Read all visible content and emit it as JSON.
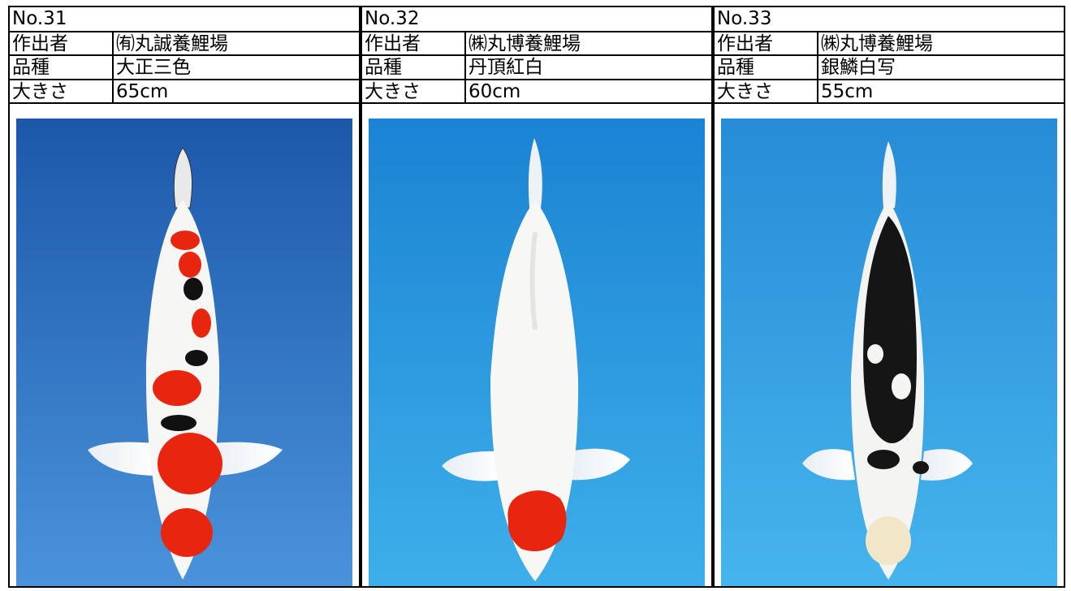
{
  "entries": [
    {
      "no": "No.31",
      "breeder_label": "作出者",
      "breeder": "㈲丸誠養鯉場",
      "variety_label": "品種",
      "variety": "大正三色",
      "size_label": "大きさ",
      "size": "65cm",
      "photo": {
        "background": [
          "#1f5cad",
          "#4d95dc"
        ],
        "fish": "sanke"
      }
    },
    {
      "no": "No.32",
      "breeder_label": "作出者",
      "breeder": "㈱丸博養鯉場",
      "variety_label": "品種",
      "variety": "丹頂紅白",
      "size_label": "大きさ",
      "size": "60cm",
      "photo": {
        "background": [
          "#1e86d5",
          "#3fb0ea"
        ],
        "fish": "tancho"
      }
    },
    {
      "no": "No.33",
      "breeder_label": "作出者",
      "breeder": "㈱丸博養鯉場",
      "variety_label": "品種",
      "variety": "銀鱗白写",
      "size_label": "大きさ",
      "size": "55cm",
      "photo": {
        "background": [
          "#2a8fd8",
          "#45b3ec"
        ],
        "fish": "shiro-utsuri"
      }
    }
  ],
  "colors": {
    "red": "#e8260f",
    "black": "#111111",
    "white": "#f6f6f4",
    "border": "#000000"
  }
}
